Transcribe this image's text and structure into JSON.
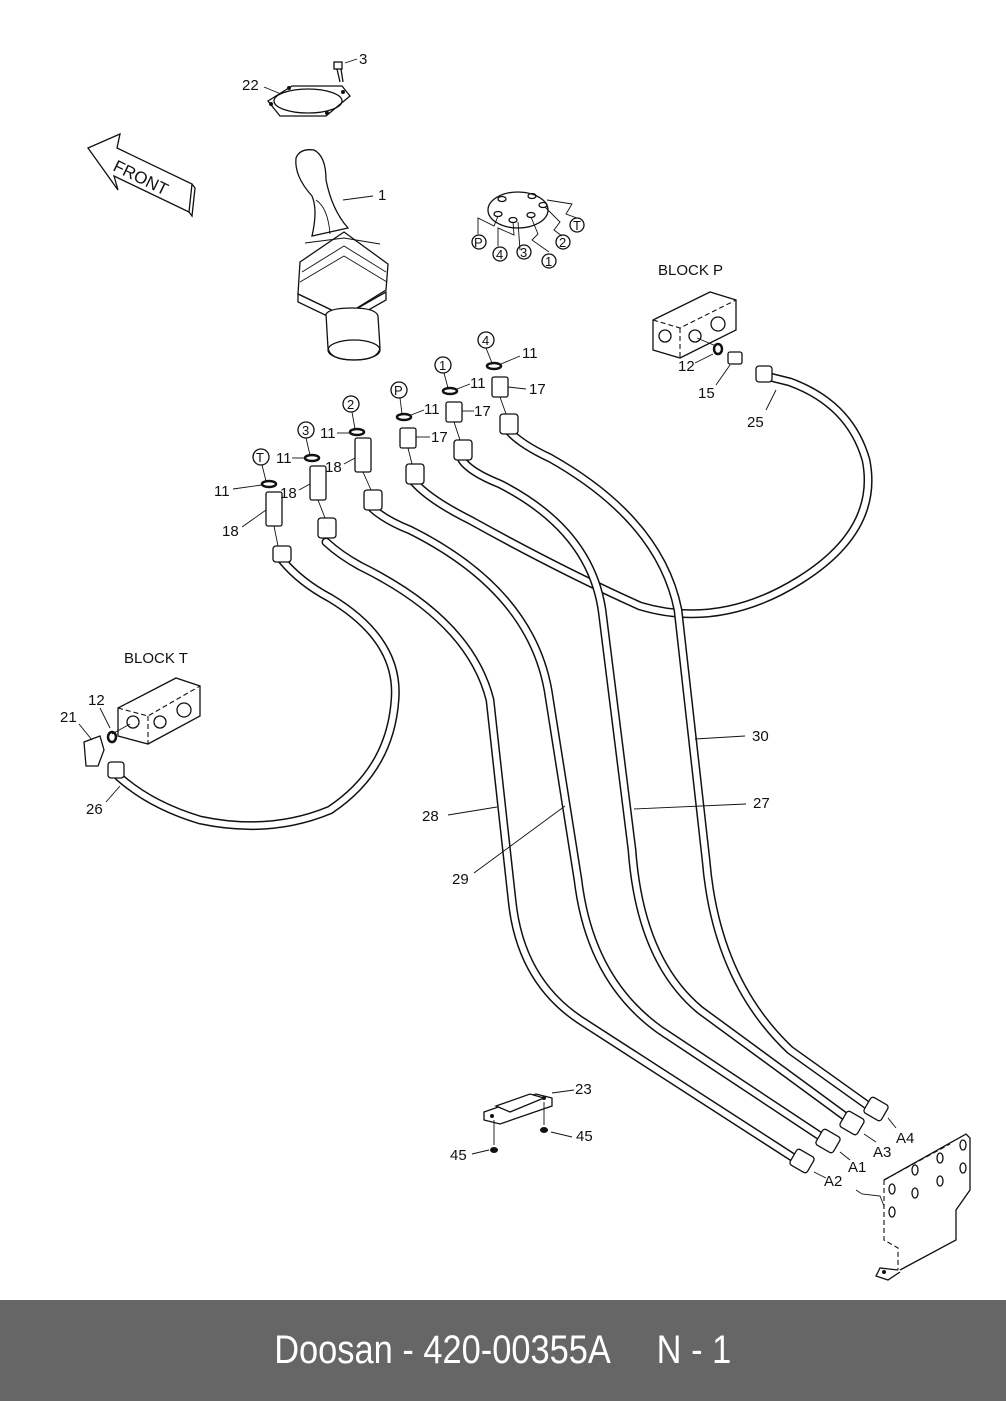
{
  "diagram": {
    "type": "exploded-parts-diagram",
    "direction_arrow": "FRONT",
    "block_labels": {
      "block_p": "BLOCK  P",
      "block_t": "BLOCK  T"
    },
    "port_legend": [
      "P",
      "4",
      "3",
      "1",
      "2",
      "T"
    ],
    "port_tags": {
      "t": "T",
      "p3": "3",
      "p2": "2",
      "p": "P",
      "p1": "1",
      "p4": "4"
    },
    "callouts": {
      "c1": "1",
      "c3": "3",
      "c22": "22",
      "c11_t": "11",
      "c11_3": "11",
      "c11_2": "11",
      "c11_p": "11",
      "c11_1": "11",
      "c11_4": "11",
      "c18_t": "18",
      "c18_3": "18",
      "c18_2": "18",
      "c17_p": "17",
      "c17_1": "17",
      "c17_4": "17",
      "c12_p": "12",
      "c15": "15",
      "c25": "25",
      "c12_t": "12",
      "c21": "21",
      "c26": "26",
      "c28": "28",
      "c29": "29",
      "c27": "27",
      "c30": "30",
      "c23": "23",
      "c45_a": "45",
      "c45_b": "45",
      "a1": "A1",
      "a2": "A2",
      "a3": "A3",
      "a4": "A4"
    }
  },
  "footer": {
    "text": "Doosan - 420-00355A     N - 1"
  },
  "colors": {
    "footer_bg": "#666666",
    "footer_text": "#ffffff",
    "line": "#111111"
  }
}
